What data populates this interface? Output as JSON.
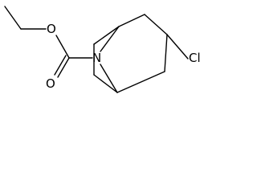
{
  "molecule": {
    "atoms": {
      "oxygen_ester": "O",
      "oxygen_carbonyl": "O",
      "nitrogen": "N",
      "chlorine": "Cl"
    }
  },
  "colors": {
    "bond": "#000000",
    "background": "#ffffff"
  }
}
